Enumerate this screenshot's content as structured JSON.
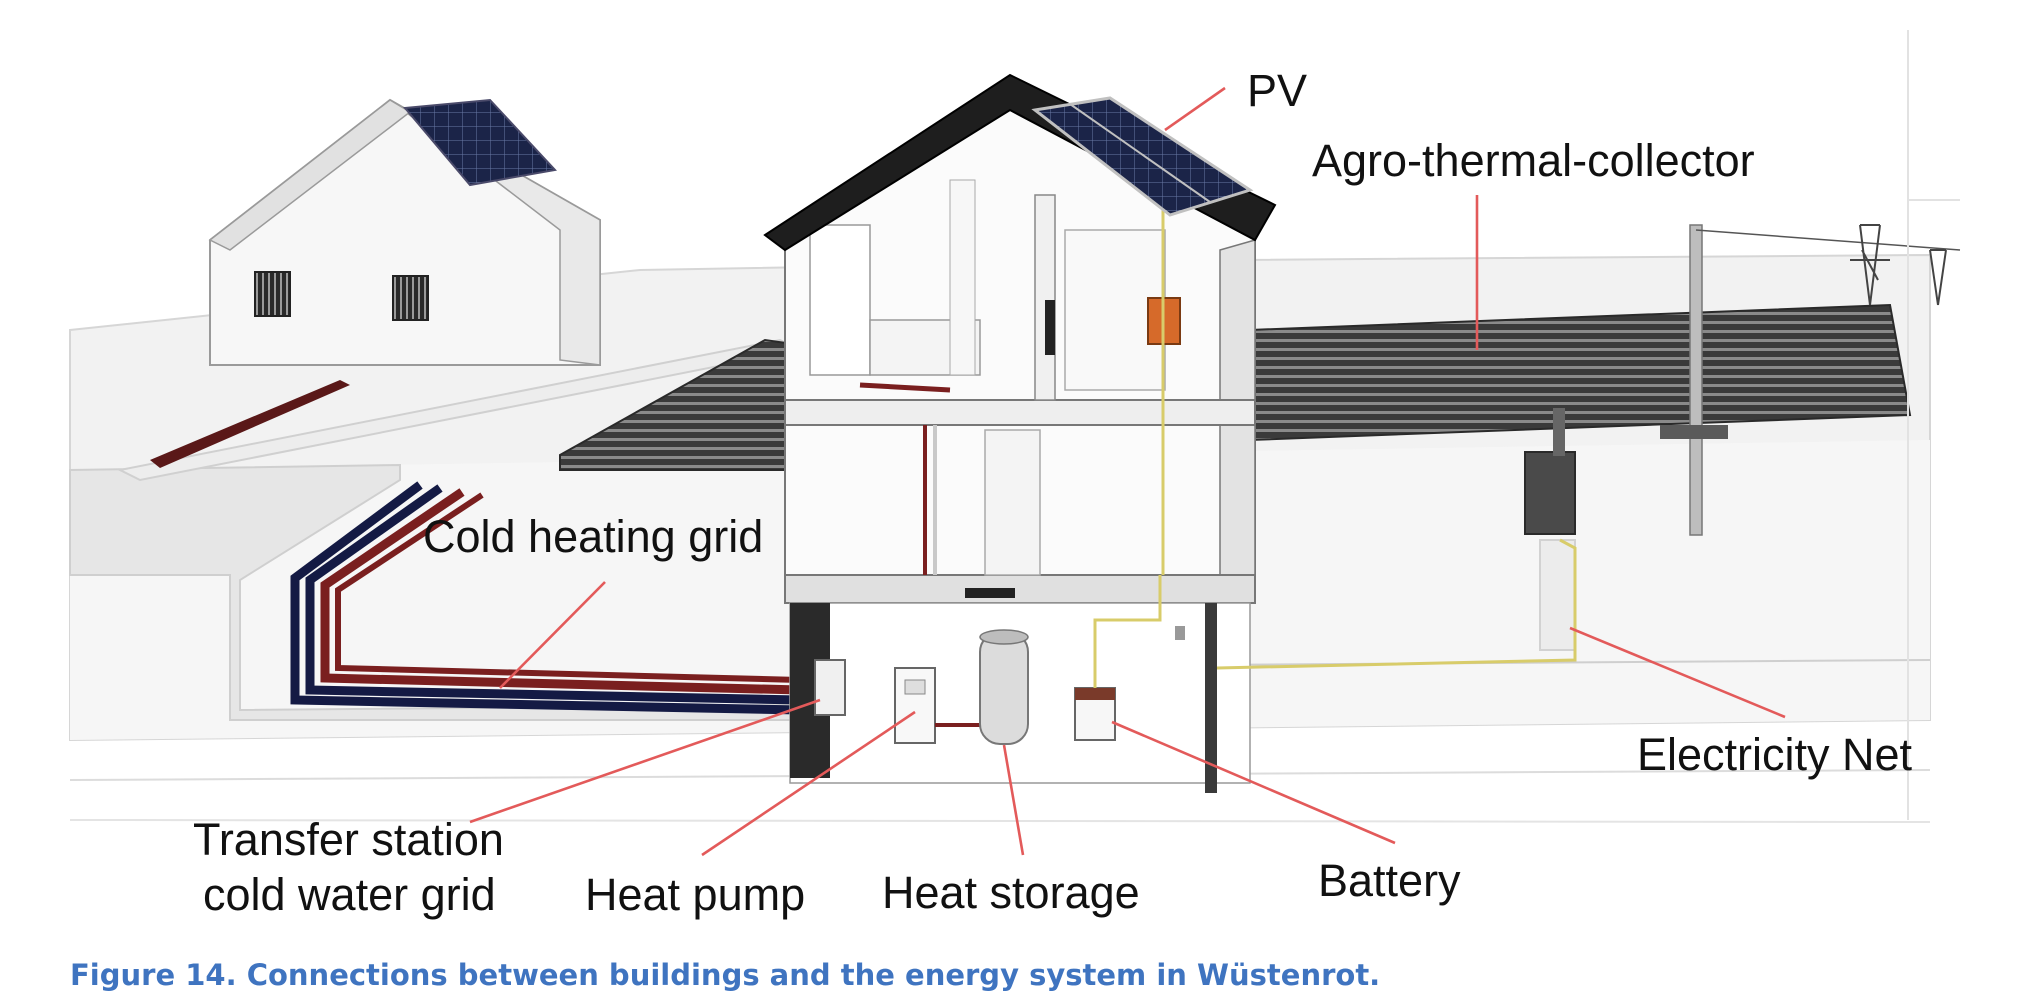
{
  "labels": {
    "pv": "PV",
    "agro_thermal_collector": "Agro-thermal-collector",
    "cold_heating_grid": "Cold heating grid",
    "transfer_station_line1": "Transfer station",
    "transfer_station_line2": "cold water grid",
    "heat_pump": "Heat pump",
    "heat_storage": "Heat storage",
    "battery": "Battery",
    "electricity_net": "Electricity Net"
  },
  "caption": "Figure 14. Connections between buildings and the energy system in Wüstenrot.",
  "colors": {
    "caption": "#3f74c0",
    "leader_lines": "#e35a5a",
    "roof": "#1e1e1e",
    "pipe_warm": "#7a1f1f",
    "pipe_cold": "#141a44",
    "collector": "#3a3a3a",
    "cable": "#d8cc6a",
    "controller": "#d66a2a"
  }
}
